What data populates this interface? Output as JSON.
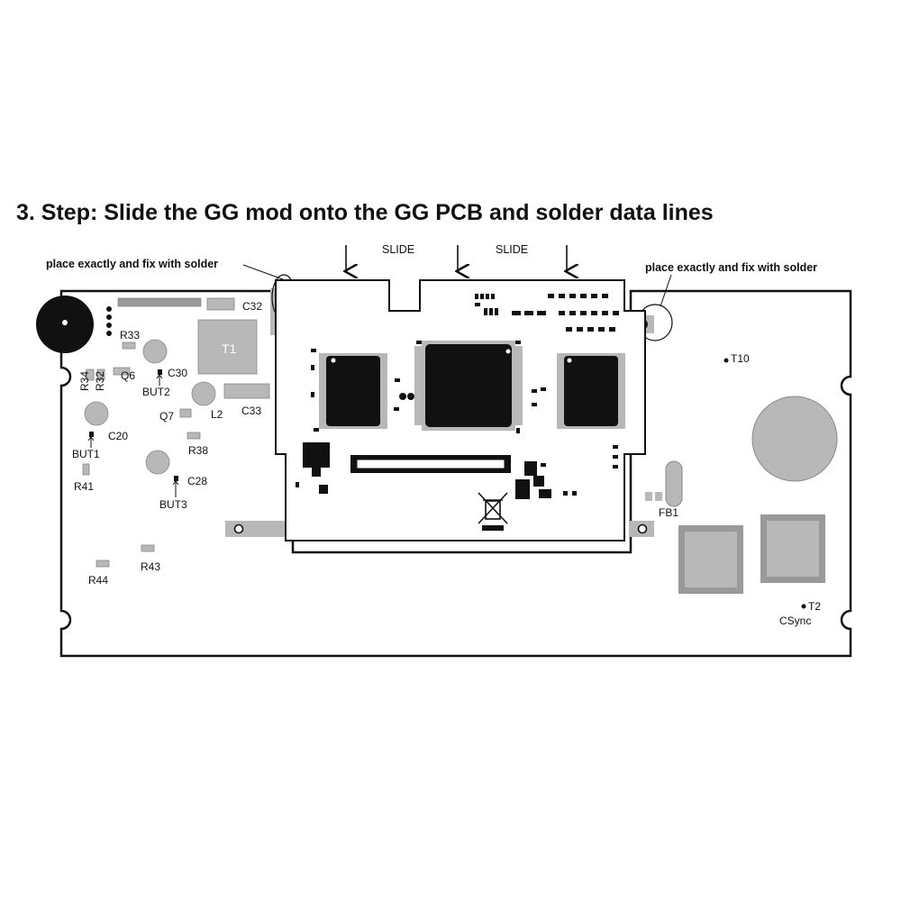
{
  "heading": "3. Step: Slide the GG mod onto the GG PCB and solder data lines",
  "notes": {
    "left": "place exactly and fix with solder",
    "right": "place exactly and fix with solder"
  },
  "slide_labels": [
    "SLIDE",
    "SLIDE"
  ],
  "component_labels": {
    "c32": "C32",
    "r33": "R33",
    "t1": "T1",
    "r34": "R34",
    "r32": "R32",
    "q6": "Q6",
    "c30": "C30",
    "but2": "BUT2",
    "q7": "Q7",
    "l2": "L2",
    "c33": "C33",
    "c20": "C20",
    "but1": "BUT1",
    "r38": "R38",
    "r41": "R41",
    "c28": "C28",
    "but3": "BUT3",
    "r43": "R43",
    "r44": "R44",
    "t10": "T10",
    "fb1": "FB1",
    "t2": "T2",
    "csync": "CSync"
  },
  "colors": {
    "ink": "#111111",
    "component_gray": "#b8b8b8",
    "board_fill": "#ffffff"
  }
}
